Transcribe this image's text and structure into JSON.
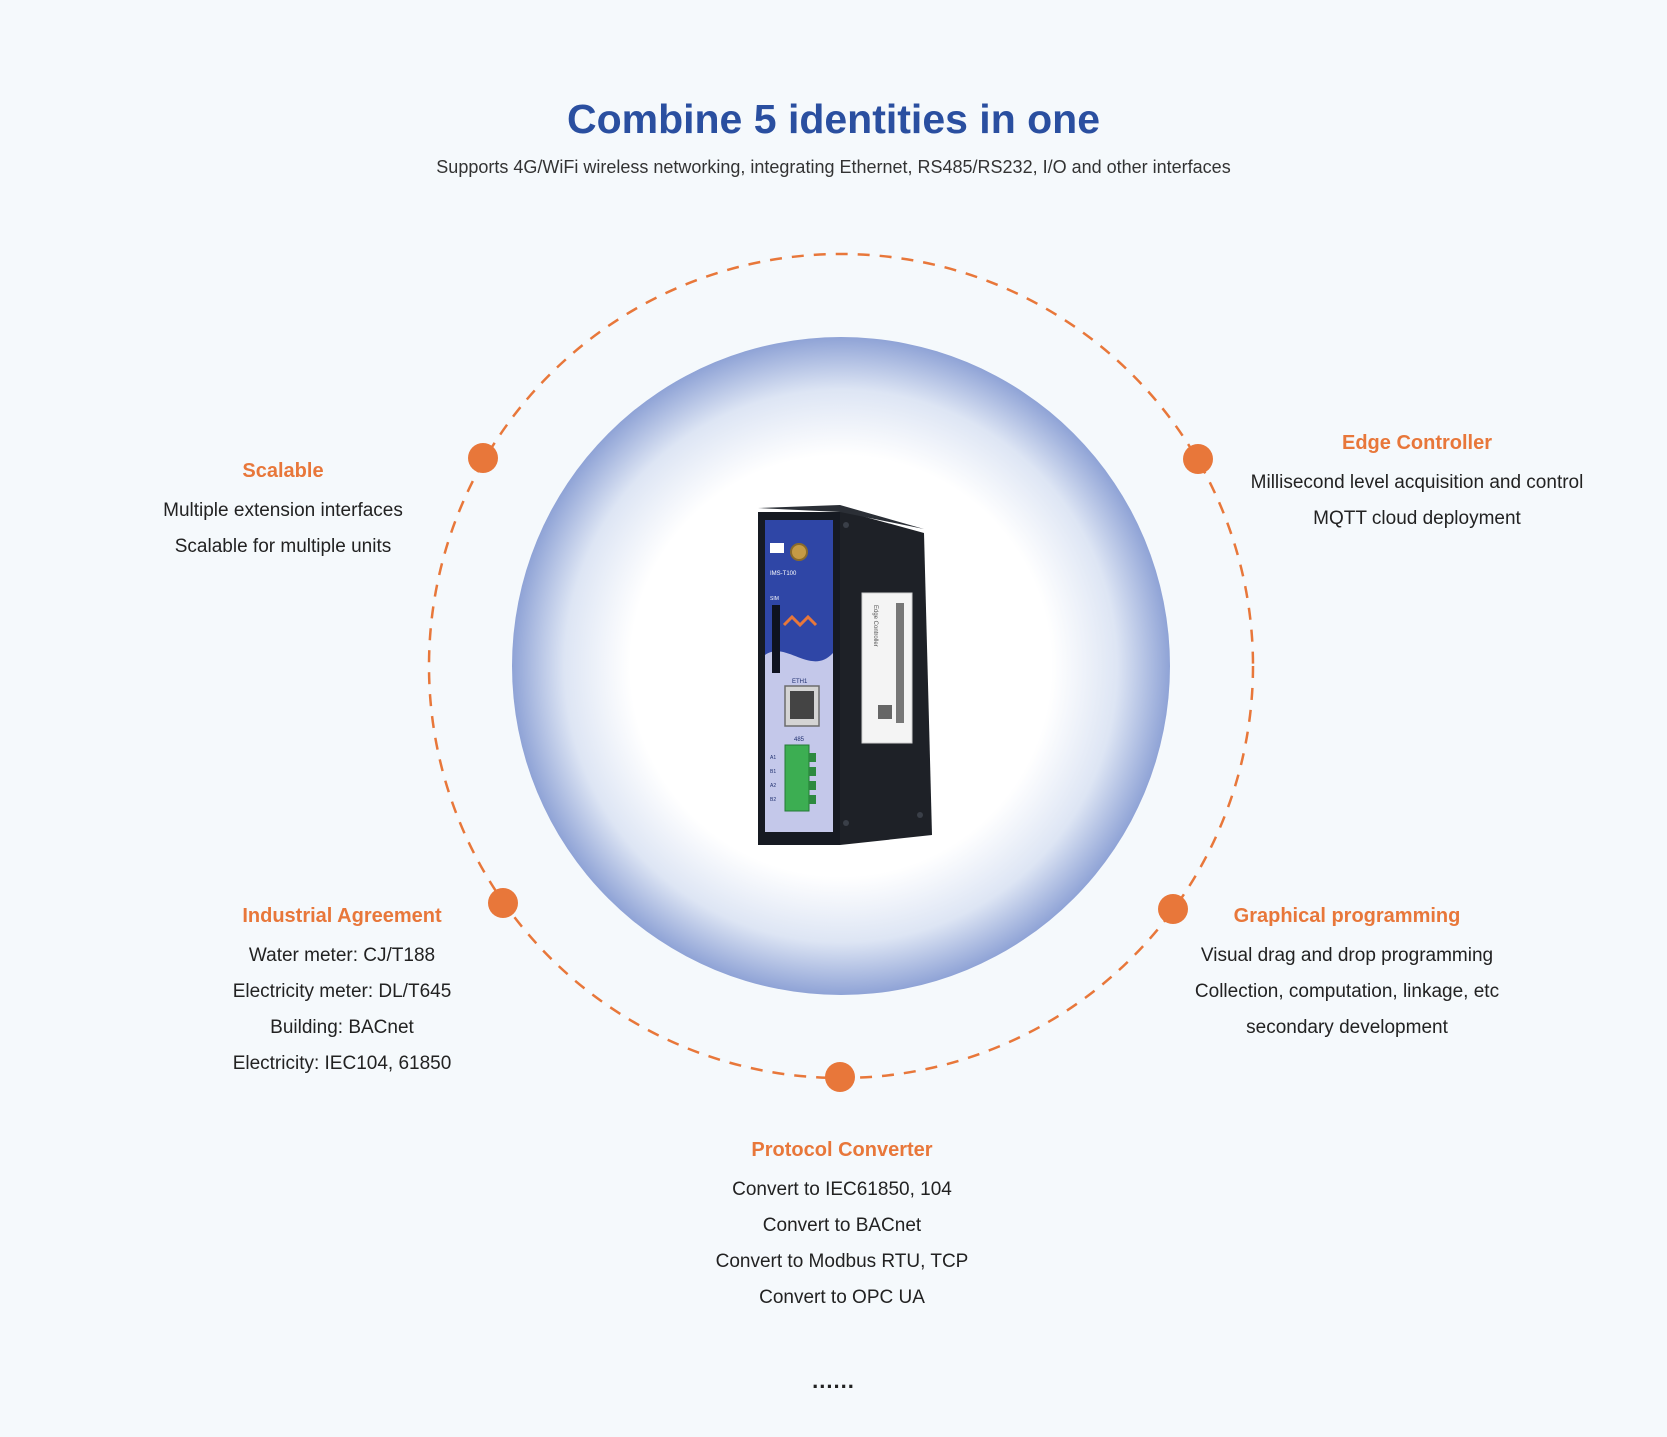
{
  "header": {
    "title": "Combine 5 identities in one",
    "subtitle": "Supports 4G/WiFi wireless networking, integrating Ethernet, RS485/RS232, I/O and other interfaces"
  },
  "colors": {
    "accent": "#e8773a",
    "title": "#2a4fa0",
    "ring": "#8fa6d8"
  },
  "device": {
    "model": "IMS-T100",
    "sim_label": "SIM",
    "eth_label": "ETH1",
    "rs485_label": "485",
    "pins": [
      "A1",
      "B1",
      "A2",
      "B2"
    ],
    "side_label": "Edge Controller"
  },
  "features": {
    "scalable": {
      "title": "Scalable",
      "lines": [
        "Multiple extension interfaces",
        "Scalable for multiple units"
      ]
    },
    "edge": {
      "title": "Edge Controller",
      "lines": [
        "Millisecond level acquisition and control",
        "MQTT cloud deployment"
      ]
    },
    "industrial": {
      "title": "Industrial Agreement",
      "lines": [
        "Water meter: CJ/T188",
        "Electricity meter: DL/T645",
        "Building: BACnet",
        "Electricity: IEC104, 61850"
      ]
    },
    "graphical": {
      "title": "Graphical programming",
      "lines": [
        "Visual drag and drop programming",
        "Collection, computation, linkage, etc",
        "secondary development"
      ]
    },
    "protocol": {
      "title": "Protocol Converter",
      "lines": [
        "Convert to IEC61850, 104",
        "Convert to BACnet",
        "Convert to Modbus RTU, TCP",
        "Convert to OPC UA"
      ]
    }
  },
  "footer": {
    "ellipsis": "......"
  }
}
